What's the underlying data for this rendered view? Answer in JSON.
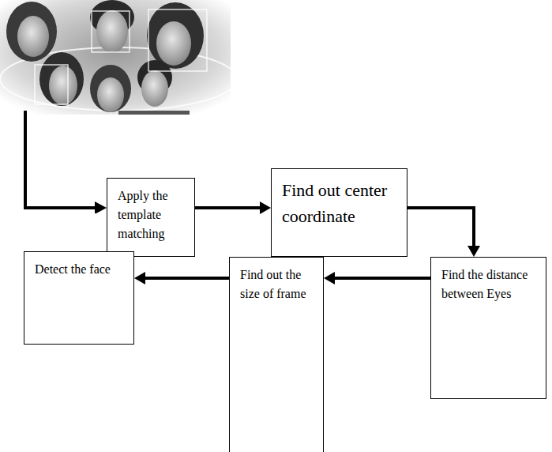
{
  "diagram": {
    "nodes": [
      {
        "text": [
          "Apply the template matching"
        ]
      },
      {
        "text": [
          "Find out center coordinate"
        ]
      },
      {
        "text": [
          "Find the distance between Eyes"
        ]
      },
      {
        "text": [
          "Find out the size of frame"
        ]
      },
      {
        "text": [
          "Detect the face"
        ]
      }
    ],
    "edges": [
      {
        "from": 0,
        "to": 1,
        "arrow": "to"
      },
      {
        "from": 1,
        "to": 2,
        "arrow": "to"
      },
      {
        "from": 2,
        "to": 3,
        "arrow": "to"
      },
      {
        "from": 3,
        "to": 4,
        "arrow": "to"
      }
    ]
  }
}
